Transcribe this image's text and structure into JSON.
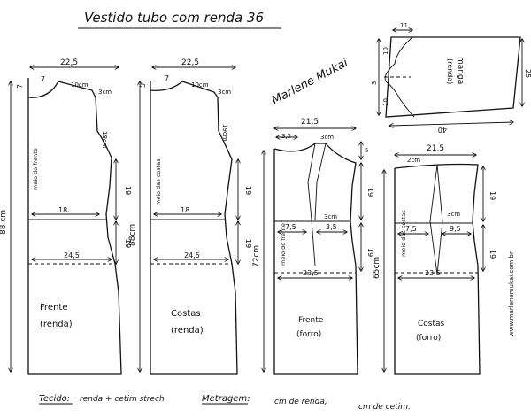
{
  "title": "Vestido tubo com renda 36",
  "signature": "Marlene Mukai",
  "website": "www.marlenemukai.com.br",
  "front_lace": {
    "bust_width": "22,5",
    "neck_depth": "7",
    "neck_width": "7",
    "shoulder_len": "10cm",
    "shoulder_drop": "3cm",
    "armhole_depth": "18cm",
    "waist_width": "18",
    "hip_width": "24,5",
    "seg_19_a": "19",
    "seg_19_b": "19",
    "total_length": "88 cm",
    "fold_label": "meio do frente",
    "name": "Frente",
    "fabric": "(renda)"
  },
  "back_lace": {
    "bust_width": "22,5",
    "neck_depth": "5",
    "neck_width": "7",
    "shoulder_len": "10cm",
    "shoulder_drop": "3cm",
    "armhole_depth": "19cm",
    "waist_width": "18",
    "hip_width": "24,5",
    "seg_19_a": "19",
    "seg_19_b": "19",
    "total_length": "88cm",
    "fold_label": "meio das costas",
    "name": "Costas",
    "fabric": "(renda)"
  },
  "front_lining": {
    "bust_width": "21,5",
    "strap_a": "3,5",
    "strap_b": "3cm",
    "top_drop": "5",
    "dart_a": "3cm",
    "waist_a": "7,5",
    "waist_b": "3,5",
    "hip_width": "23,5",
    "seg_19_a": "19",
    "seg_19_b": "19",
    "total_length": "72cm",
    "fold_label": "meio do frente",
    "name": "Frente",
    "fabric": "(forro)"
  },
  "back_lining": {
    "bust_width": "21,5",
    "top_drop": "2cm",
    "dart_a": "3cm",
    "waist_a": "7,5",
    "waist_b": "9,5",
    "hip_width": "23,5",
    "seg_19_a": "19",
    "seg_19_b": "19",
    "total_length": "65cm",
    "fold_label": "meio das costas",
    "name": "Costas",
    "fabric": "(forro)"
  },
  "sleeve": {
    "top_width": "11",
    "cap_height": "3",
    "cap_marks": [
      "10",
      "10"
    ],
    "width": "40",
    "length": "25",
    "name": "manga",
    "fabric": "(renda)"
  },
  "footer": {
    "fabric_label": "Tecido:",
    "fabric_value": "renda + cetim strech",
    "yardage_label": "Metragem:",
    "yardage_a": "cm de renda,",
    "yardage_b": "cm de cetim."
  }
}
